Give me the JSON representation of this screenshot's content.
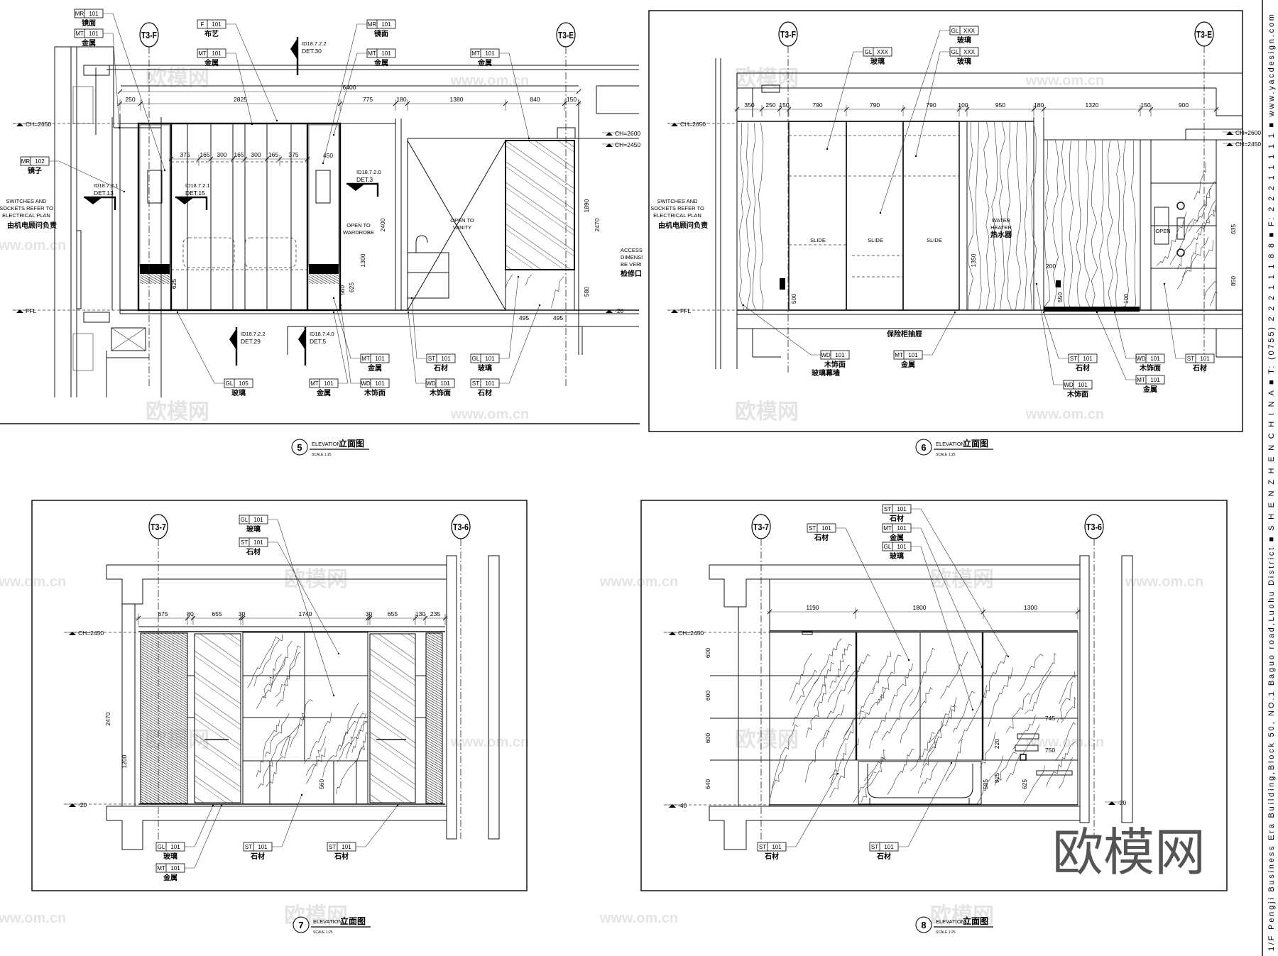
{
  "panels": [
    {
      "number": "5",
      "label": "ELEVATION",
      "title_cn": "立面图",
      "scale": "SCALE   1:25",
      "grids": [
        "T3-F",
        "T3-E"
      ],
      "overall_dim": "6400",
      "dims": [
        "250",
        "2825",
        "775",
        "180",
        "1380",
        "840",
        "150"
      ],
      "inner_dims": [
        "375",
        "165",
        "300",
        "165",
        "300",
        "165",
        "375"
      ],
      "levels": [
        "CH=2650",
        "FFL",
        "CH=2600",
        "CH=2450",
        "-20"
      ],
      "vdims": [
        "2400",
        "1300",
        "625",
        "560",
        "625",
        "1890",
        "2470",
        "580",
        "495",
        "495",
        "450"
      ],
      "tags": [
        {
          "code": "MR",
          "num": "101",
          "label": "镜面"
        },
        {
          "code": "MT",
          "num": "101",
          "label": "金属"
        },
        {
          "code": "F",
          "num": "101",
          "label": "布艺"
        },
        {
          "code": "MT",
          "num": "101",
          "label": "金属"
        },
        {
          "code": "MR",
          "num": "101",
          "label": "镜面"
        },
        {
          "code": "MT",
          "num": "101",
          "label": "金属"
        },
        {
          "code": "MT",
          "num": "101",
          "label": "金属"
        },
        {
          "code": "MR",
          "num": "102",
          "label": "镜子"
        },
        {
          "code": "GL",
          "num": "105",
          "label": "玻璃"
        },
        {
          "code": "MT",
          "num": "101",
          "label": "金属"
        },
        {
          "code": "WD",
          "num": "101",
          "label": "木饰面"
        },
        {
          "code": "MT",
          "num": "101",
          "label": "金属"
        },
        {
          "code": "ST",
          "num": "101",
          "label": "石材"
        },
        {
          "code": "WD",
          "num": "101",
          "label": "木饰面"
        },
        {
          "code": "GL",
          "num": "101",
          "label": "玻璃"
        },
        {
          "code": "ST",
          "num": "101",
          "label": "石材"
        }
      ],
      "sections": [
        {
          "ref": "ID18.7.2.2",
          "det": "DET.30"
        },
        {
          "ref": "ID18.7.2.1",
          "det": "DET.13"
        },
        {
          "ref": "ID18.7.2.1",
          "det": "DET.15"
        },
        {
          "ref": "ID18.7.2.0",
          "det": "DET.3"
        },
        {
          "ref": "ID18.7.2.2",
          "det": "DET.29"
        },
        {
          "ref": "ID18.7.4.0",
          "det": "DET.5"
        }
      ],
      "notes": [
        "SWITCHES AND",
        "SOCKETS REFER TO",
        "ELECTRICAL PLAN",
        "由机电顾问负责",
        "OPEN TO",
        "WARDROBE",
        "OPEN TO",
        "VANITY",
        "ACCESS",
        "DIMENSI",
        "BE VERI",
        "检修口"
      ]
    },
    {
      "number": "6",
      "label": "ELEVATION",
      "title_cn": "立面图",
      "scale": "SCALE   1:25",
      "grids": [
        "T3-F",
        "T3-E"
      ],
      "dims": [
        "350",
        "250",
        "150",
        "790",
        "790",
        "790",
        "100",
        "950",
        "180",
        "1320",
        "150",
        "900"
      ],
      "levels": [
        "CH=2650",
        "FFL",
        "CH=2600",
        "CH=2450"
      ],
      "vdims": [
        "1350",
        "500",
        "200",
        "550",
        "100",
        "635",
        "850"
      ],
      "tags": [
        {
          "code": "GL",
          "num": "XXX",
          "label": "玻璃"
        },
        {
          "code": "GL",
          "num": "XXX",
          "label": "玻璃"
        },
        {
          "code": "GL",
          "num": "XXX",
          "label": "玻璃"
        },
        {
          "code": "WD",
          "num": "101",
          "label": "木饰面"
        },
        {
          "code": "MT",
          "num": "101",
          "label": "金属"
        },
        {
          "code": "ST",
          "num": "101",
          "label": "石材"
        },
        {
          "code": "WD",
          "num": "101",
          "label": "木饰面"
        },
        {
          "code": "ST",
          "num": "101",
          "label": "石材"
        },
        {
          "code": "WD",
          "num": "101",
          "label": "木饰面"
        },
        {
          "code": "MT",
          "num": "101",
          "label": "金属"
        }
      ],
      "notes": [
        "SWITCHES AND",
        "SOCKETS REFER TO",
        "ELECTRICAL PLAN",
        "由机电顾问负责",
        "保险柜抽屉",
        "玻璃幕墙",
        "WATER",
        "HEATER",
        "热水器",
        "SLIDE",
        "SLIDE",
        "SLIDE",
        "OPEN"
      ]
    },
    {
      "number": "7",
      "label": "ELEVATION",
      "title_cn": "立面图",
      "scale": "SCALE   1:25",
      "grids": [
        "T3-7",
        "T3-6"
      ],
      "dims": [
        "675",
        "80",
        "655",
        "30",
        "1740",
        "30",
        "655",
        "130",
        "235"
      ],
      "levels": [
        "CH=2450",
        "-20"
      ],
      "vdims": [
        "2470",
        "1200",
        "560"
      ],
      "tags": [
        {
          "code": "GL",
          "num": "101",
          "label": "玻璃"
        },
        {
          "code": "ST",
          "num": "101",
          "label": "石材"
        },
        {
          "code": "GL",
          "num": "101",
          "label": "玻璃"
        },
        {
          "code": "MT",
          "num": "101",
          "label": "金属"
        },
        {
          "code": "ST",
          "num": "101",
          "label": "石材"
        },
        {
          "code": "ST",
          "num": "101",
          "label": "石材"
        }
      ],
      "notes": []
    },
    {
      "number": "8",
      "label": "ELEVATION",
      "title_cn": "立面图",
      "scale": "SCALE   1:25",
      "grids": [
        "T3-7",
        "T3-6"
      ],
      "dims": [
        "1190",
        "1800",
        "1300"
      ],
      "levels": [
        "CH=2450",
        "-40",
        "-20"
      ],
      "vdims": [
        "600",
        "600",
        "600",
        "640",
        "745",
        "220",
        "750",
        "585",
        "925",
        "625"
      ],
      "tags": [
        {
          "code": "ST",
          "num": "101",
          "label": "石材"
        },
        {
          "code": "MT",
          "num": "101",
          "label": "金属"
        },
        {
          "code": "GL",
          "num": "101",
          "label": "玻璃"
        },
        {
          "code": "ST",
          "num": "101",
          "label": "石材"
        },
        {
          "code": "ST",
          "num": "101",
          "label": "石材"
        },
        {
          "code": "ST",
          "num": "101",
          "label": "石材"
        }
      ],
      "notes": []
    }
  ],
  "side_strip": "1/F Pengji Business Era Building,Block 50, NO.1 Baguo road,Luohu District ■ S H E N   Z H E N   C H I N A ■ T: (0755) 2 2 2 1 1 1 8 8 ■ F: 2 2 2 1 1 1 1 1 ■ www.yacdesign.com",
  "watermarks": {
    "logo": "欧模网",
    "url": "www.om.cn"
  }
}
